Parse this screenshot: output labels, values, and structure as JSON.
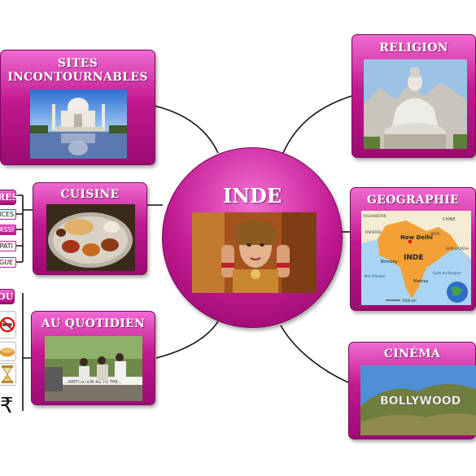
{
  "center": {
    "title": "INDE"
  },
  "nodes": {
    "sites": {
      "title_line1": "SITES",
      "title_line2": "INCONTOURNABLES"
    },
    "religion": {
      "title": "RELIGION"
    },
    "cuisine": {
      "title": "CUISINE"
    },
    "geographie": {
      "title": "GEOGRAPHIE"
    },
    "quotidien": {
      "title": "AU QUOTIDIEN"
    },
    "cinema": {
      "title": "CINÉMA"
    }
  },
  "cuisine_branch": {
    "header": "RES",
    "items": [
      "ICES",
      "ASSI",
      "PATI",
      "GUE"
    ]
  },
  "quotidien_branch": {
    "header": "OU",
    "icons": [
      "no-smoking-icon",
      "bread-icon",
      "hourglass-icon",
      "rupee-icon"
    ],
    "rupee_symbol": "₹"
  },
  "map_labels": {
    "new_delhi": "New Delhi",
    "inde": "INDE",
    "afghanistan": "AFGHANISTAN",
    "chine": "CHINE",
    "pakistan": "PAKISTAN",
    "nepal": "NÉPAL",
    "bangladesh": "BANGLADESH",
    "bombay": "Bombay",
    "madras": "Madras",
    "mer": "Mer d'Arabie",
    "golfe": "Golfe du Bengale",
    "scale": "1000 km"
  },
  "photo_texts": {
    "hollywood_sign": "BOLLYWOOD",
    "banner": "...INSTITUTION RG TO THE..."
  },
  "colors": {
    "node_top": "#f06ad2",
    "node_mid": "#c2188f",
    "node_bottom": "#9c0b72",
    "border": "#7a0a55",
    "connector": "#111111"
  }
}
